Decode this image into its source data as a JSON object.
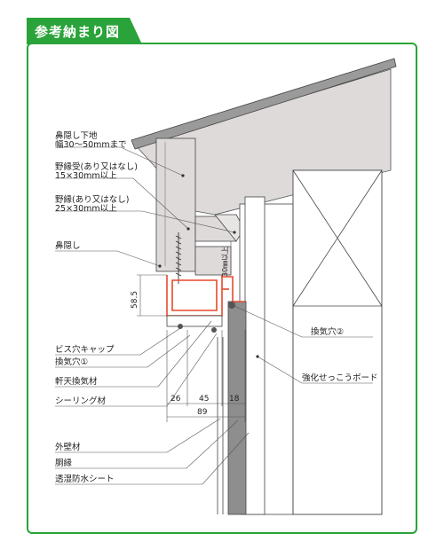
{
  "title": "参考納まり図",
  "colors": {
    "brand": "#2aa33a",
    "accent": "#e8492d",
    "roof": "#dedad9",
    "wall": "#8e8e8e"
  },
  "labels": {
    "hanakakushi_base_line1": "鼻隠し下地",
    "hanakakushi_base_line2": "幅30～50mmまで",
    "nobuchi_uke_line1": "野縁受(あり又はなし)",
    "nobuchi_uke_line2": "15×30mm以上",
    "nobuchi_line1": "野縁(あり又はなし)",
    "nobuchi_line2": "25×30mm以上",
    "hanakakushi": "鼻隠し",
    "screw_cap": "ビス穴キャップ",
    "vent_hole_1": "換気穴①",
    "soffit_vent": "軒天換気材",
    "sealant": "シーリング材",
    "vent_hole_2": "換気穴②",
    "gypsum_board": "強化せっこうボード",
    "exterior_wall": "外壁材",
    "furring": "胴縁",
    "moisture_sheet": "透湿防水シート"
  },
  "dimensions": {
    "d26": "26",
    "d45": "45",
    "d18": "18",
    "d89": "89",
    "d58_5": "58.5",
    "d30": "30㎜以上"
  }
}
